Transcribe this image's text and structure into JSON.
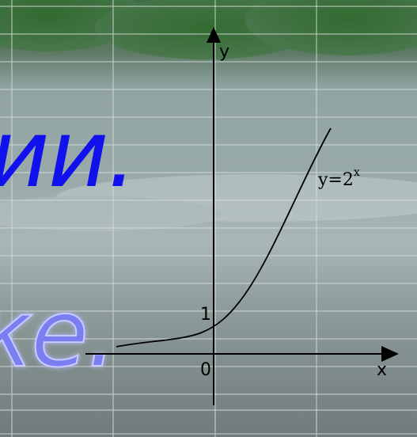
{
  "slide": {
    "big_line_1": "ии.",
    "big_line_2": "ке."
  },
  "graph": {
    "y_axis_label": "y",
    "x_axis_label": "x",
    "origin_label": "0",
    "unit_label": "1",
    "curve_label_base": "y=2",
    "curve_label_exponent": "x"
  },
  "colors": {
    "big_text_1": "#1111ee",
    "big_text_2_fill": "#7a7ef0",
    "big_text_2_glow": "#b4b8ff",
    "axis": "#000000",
    "grid": "#d8dcdc"
  }
}
